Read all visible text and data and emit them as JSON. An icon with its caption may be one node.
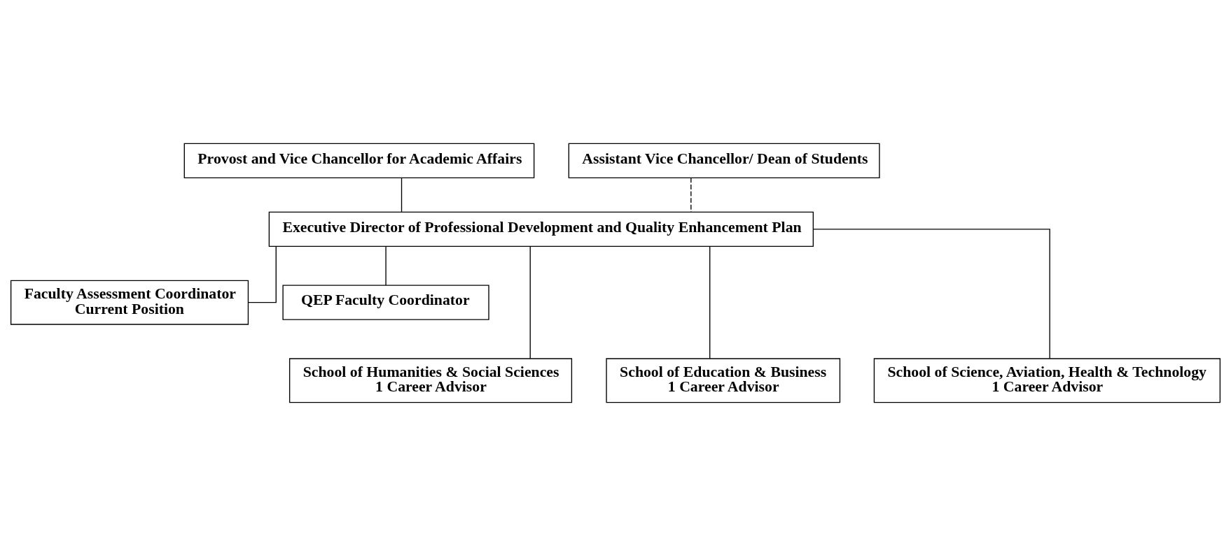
{
  "diagram": {
    "nodes": [
      {
        "text": [
          "Provost and Vice Chancellor for Academic Affairs"
        ]
      },
      {
        "text": [
          "Assistant Vice Chancellor/ Dean of Students"
        ]
      },
      {
        "text": [
          "Executive Director of Professional Development and Quality Enhancement Plan"
        ]
      },
      {
        "text": [
          "Faculty Assessment Coordinator",
          "Current Position"
        ]
      },
      {
        "text": [
          "QEP Faculty Coordinator"
        ]
      },
      {
        "text": [
          "School of Humanities & Social Sciences",
          "1 Career Advisor"
        ]
      },
      {
        "text": [
          "School of Education & Business",
          "1 Career Advisor"
        ]
      },
      {
        "text": [
          "School of Science, Aviation, Health & Technology",
          "1 Career Advisor"
        ]
      }
    ],
    "edges": [
      {
        "from": 0,
        "to": 2,
        "arrow": "none"
      },
      {
        "from": 1,
        "to": 2,
        "arrow": "none",
        "style": "dashed"
      },
      {
        "from": 2,
        "to": 3,
        "arrow": "none"
      },
      {
        "from": 2,
        "to": 4,
        "arrow": "none"
      },
      {
        "from": 2,
        "to": 5,
        "arrow": "none"
      },
      {
        "from": 2,
        "to": 6,
        "arrow": "none"
      },
      {
        "from": 2,
        "to": 7,
        "arrow": "none"
      }
    ]
  }
}
